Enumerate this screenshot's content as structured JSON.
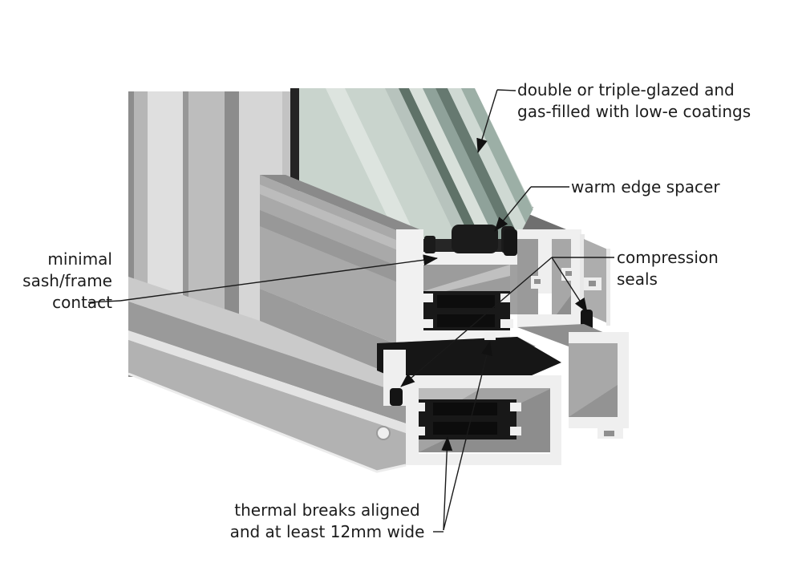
{
  "annotations": {
    "glazing": {
      "line1": "double or triple-glazed and",
      "line2": "gas-filled with low-e coatings"
    },
    "warm_edge_spacer": {
      "text": "warm edge spacer"
    },
    "compression_seals": {
      "line1": "compression",
      "line2": "seals"
    },
    "minimal_contact": {
      "line1": "minimal",
      "line2": "sash/frame",
      "line3": "contact"
    },
    "thermal_breaks": {
      "line1": "thermal breaks aligned",
      "line2": "and at least 12mm wide"
    }
  },
  "colors": {
    "background": "#ffffff",
    "text": "#1c1c1c",
    "leader_line": "#1a1a1a",
    "aluminum_cut_face": "#f1f1f1",
    "aluminum_mid": "#a9a9a9",
    "aluminum_dark": "#6f6f6f",
    "glass_tint_light": "#d8e0da",
    "glass_tint_mid": "#c9d4cd",
    "glass_edge_dark": "#5f7268",
    "thermal_break_black": "#181818",
    "seal_black": "#141414"
  }
}
